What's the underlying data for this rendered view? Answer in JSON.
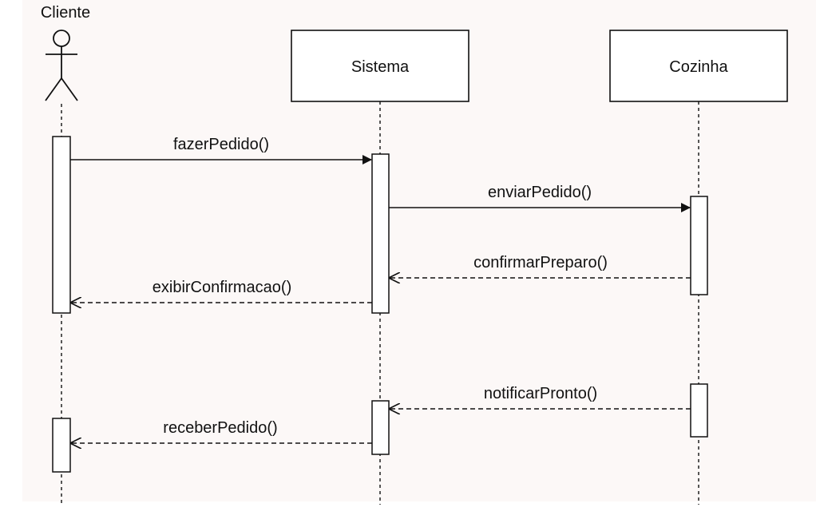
{
  "colors": {
    "background": "#fcf8f7",
    "line": "#111111",
    "box_fill": "#ffffff"
  },
  "participants": [
    {
      "id": "cliente",
      "label": "Cliente",
      "kind": "actor"
    },
    {
      "id": "sistema",
      "label": "Sistema",
      "kind": "object"
    },
    {
      "id": "cozinha",
      "label": "Cozinha",
      "kind": "object"
    }
  ],
  "messages": [
    {
      "label": "fazerPedido()",
      "from": "cliente",
      "to": "sistema",
      "kind": "sync"
    },
    {
      "label": "enviarPedido()",
      "from": "sistema",
      "to": "cozinha",
      "kind": "sync"
    },
    {
      "label": "confirmarPreparo()",
      "from": "cozinha",
      "to": "sistema",
      "kind": "return"
    },
    {
      "label": "exibirConfirmacao()",
      "from": "sistema",
      "to": "cliente",
      "kind": "return"
    },
    {
      "label": "notificarPronto()",
      "from": "cozinha",
      "to": "sistema",
      "kind": "return"
    },
    {
      "label": "receberPedido()",
      "from": "sistema",
      "to": "cliente",
      "kind": "return"
    }
  ]
}
